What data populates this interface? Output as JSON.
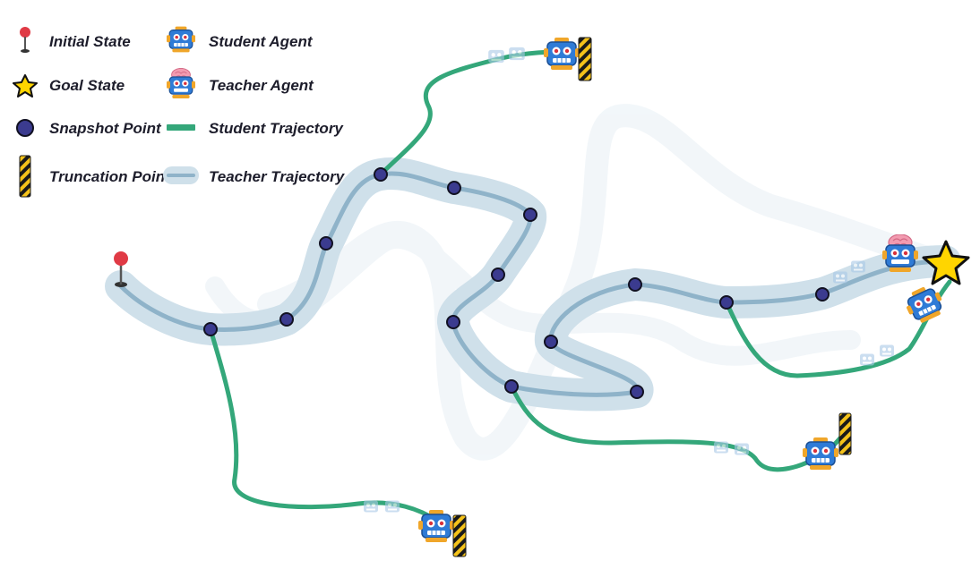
{
  "legend": {
    "initial_state": "Initial State",
    "goal_state": "Goal State",
    "snapshot_point": "Snapshot Point",
    "truncation_point": "Truncation Point",
    "student_agent": "Student Agent",
    "teacher_agent": "Teacher Agent",
    "student_trajectory": "Student Trajectory",
    "teacher_trajectory": "Teacher Trajectory"
  },
  "colors": {
    "teacher_band": "#cfe0ea",
    "teacher_line": "#8fb3c9",
    "ghost_band": "#eef4f8",
    "student_line": "#34a77a",
    "snapshot_fill": "#3b3b8f",
    "snapshot_stroke": "#111122",
    "pin_head": "#e03a45",
    "star_fill": "#ffd500",
    "robot_body": "#2f7bd6",
    "robot_accent": "#f0a62a",
    "brain": "#f29bb0",
    "stripe_yellow": "#f4c21a",
    "stripe_black": "#1a1a1a"
  },
  "icons": {
    "initial": "map-pin-icon",
    "goal": "star-icon",
    "snapshot": "circle-icon",
    "truncation": "striped-barrier-icon",
    "student": "robot-icon",
    "teacher": "brain-robot-icon"
  }
}
